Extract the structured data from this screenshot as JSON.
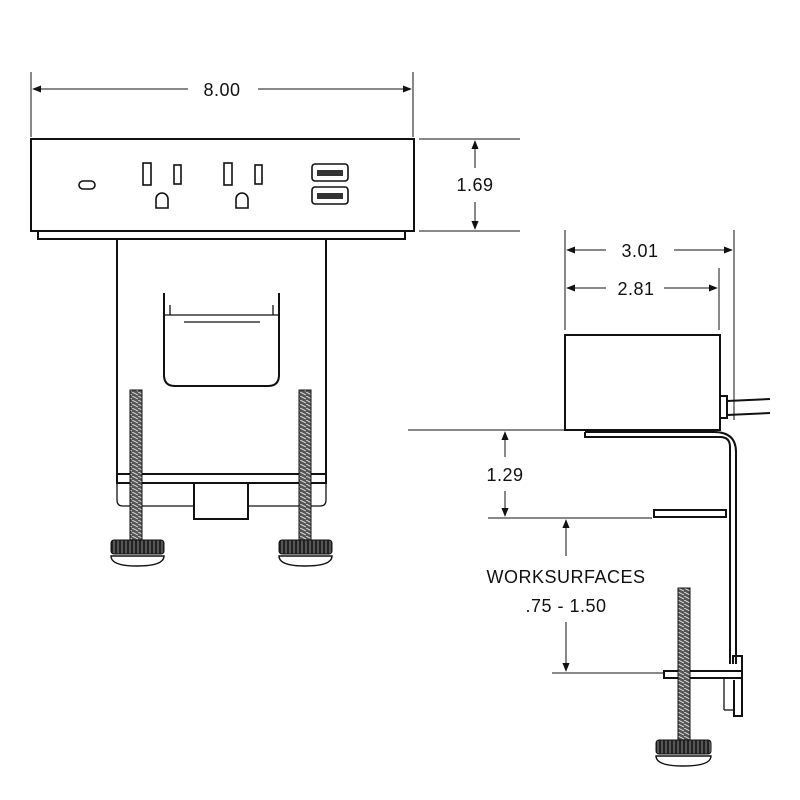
{
  "dimensions": {
    "width": "8.00",
    "height": "1.69",
    "depth_overall": "3.01",
    "depth_body": "2.81",
    "clearance": "1.29",
    "worksurface_label": "WORKSURFACES",
    "worksurface_range": ".75 - 1.50"
  }
}
